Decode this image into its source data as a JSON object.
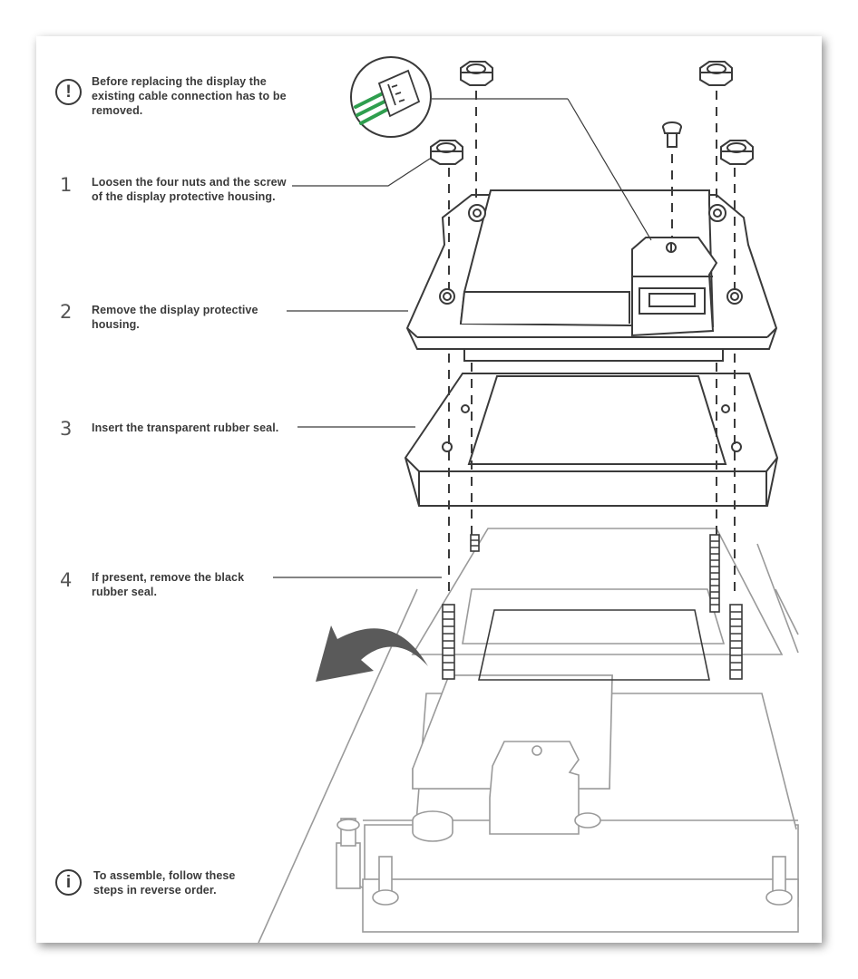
{
  "notes": {
    "warning_glyph": "!",
    "warning_text": "Before replacing the display the existing cable connection has to be removed.",
    "info_glyph": "i",
    "info_text": "To assemble, follow these steps in reverse order."
  },
  "steps": [
    {
      "number": "1",
      "text": "Loosen the four nuts and the screw of the display protective housing."
    },
    {
      "number": "2",
      "text": "Remove the display protective housing."
    },
    {
      "number": "3",
      "text": "Insert the transparent rubber seal."
    },
    {
      "number": "4",
      "text": "If present, remove the black rubber seal."
    }
  ],
  "colors": {
    "line_dark": "#3a3a3a",
    "line_light": "#9a9a9a",
    "wire_green": "#2e9e4e",
    "arrow_grey": "#5a5a5a"
  },
  "icons": [
    "warning-icon",
    "info-icon",
    "connector-icon",
    "nut-icon",
    "screw-icon",
    "bolt-icon",
    "removal-arrow-icon"
  ]
}
